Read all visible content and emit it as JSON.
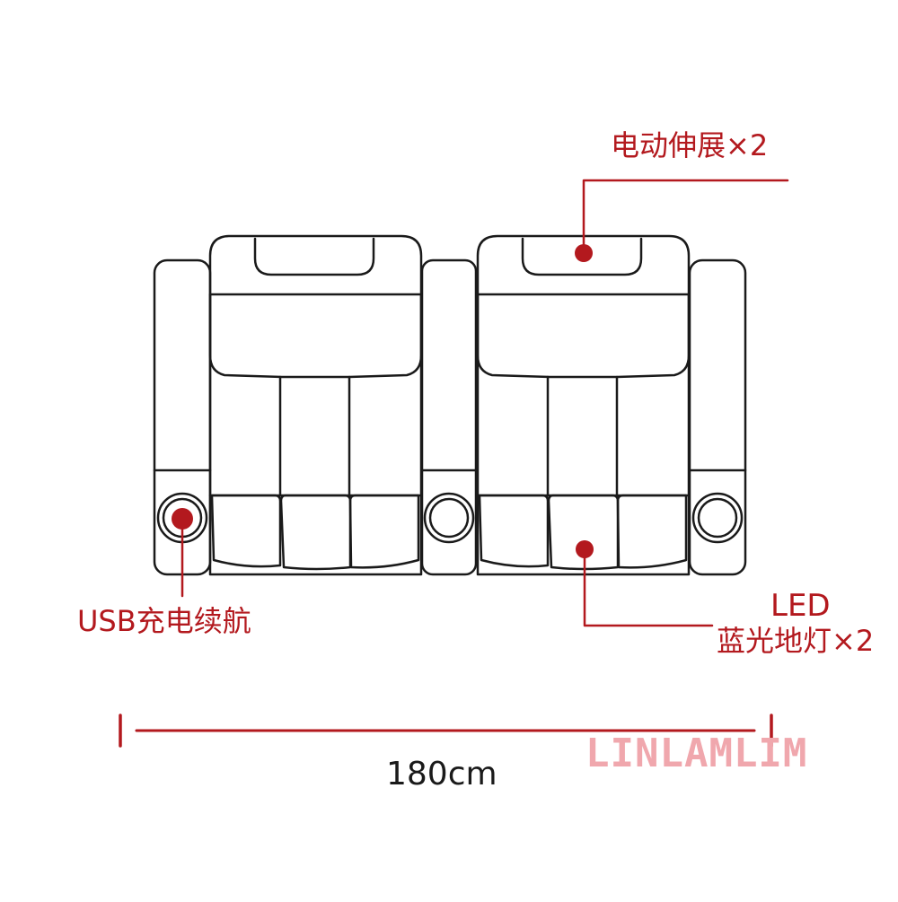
{
  "labels": {
    "power_extension": "电动伸展×2",
    "usb_charging": "USB充电续航",
    "led": "LED",
    "blue_floor_light": "蓝光地灯×2",
    "width": "180cm"
  },
  "watermark": "LINLAMLIM",
  "colors": {
    "accent": "#b3191e",
    "outline": "#1a1a1a",
    "watermark": "#f0a7ad"
  }
}
